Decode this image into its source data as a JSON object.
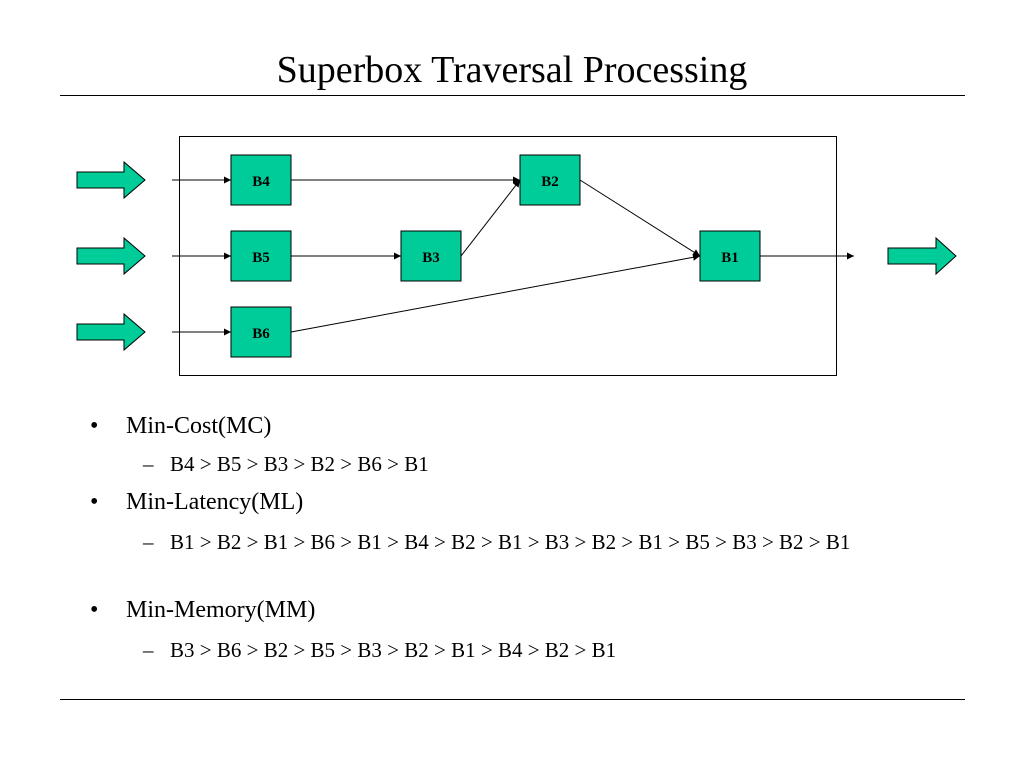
{
  "title": "Superbox Traversal Processing",
  "diagram": {
    "boxes": {
      "b4": "B4",
      "b5": "B5",
      "b6": "B6",
      "b3": "B3",
      "b2": "B2",
      "b1": "B1"
    },
    "colors": {
      "box_fill": "#00CC99",
      "arrow_fill": "#00CC99",
      "stroke": "#000000"
    }
  },
  "bullets": [
    {
      "heading": "Min-Cost(MC)",
      "order": "B4 > B5 > B3 > B2 > B6 > B1"
    },
    {
      "heading": "Min-Latency(ML)",
      "order": "B1 > B2 > B1 > B6 > B1 > B4 > B2 > B1 > B3 > B2 > B1 > B5 > B3 > B2 > B1"
    },
    {
      "heading": "Min-Memory(MM)",
      "order": "B3 > B6 > B2 > B5 > B3 > B2 > B1 > B4 > B2 > B1"
    }
  ]
}
